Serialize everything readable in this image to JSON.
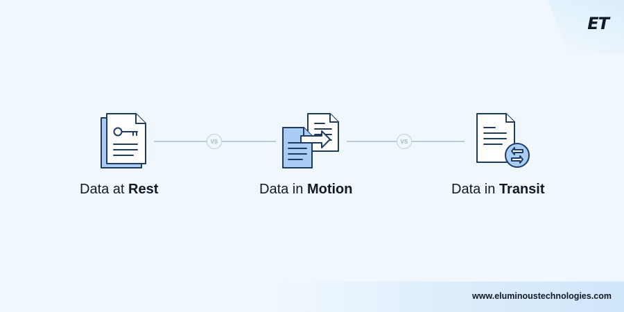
{
  "brand": {
    "logo_text": "ET",
    "website": "www.eluminoustechnologies.com"
  },
  "items": [
    {
      "label_prefix": "Data at ",
      "label_bold": "Rest",
      "icon": "document-key-icon"
    },
    {
      "label_prefix": "Data in ",
      "label_bold": "Motion",
      "icon": "documents-transfer-icon"
    },
    {
      "label_prefix": "Data in ",
      "label_bold": "Transit",
      "icon": "document-exchange-icon"
    }
  ],
  "separators": [
    {
      "text": "VS"
    },
    {
      "text": "VS"
    }
  ],
  "colors": {
    "icon_fill": "#a9cdf4",
    "icon_stroke": "#1e3a5f",
    "background": "#f1f8fd"
  }
}
